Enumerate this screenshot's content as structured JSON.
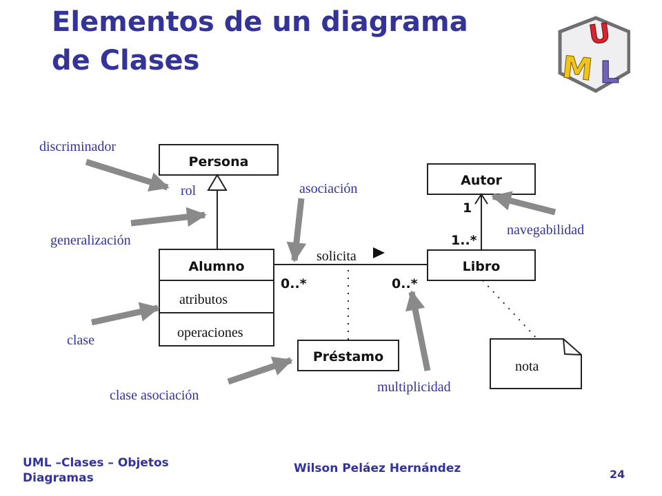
{
  "slide": {
    "title_line1": "Elementos de un diagrama",
    "title_line2": "de Clases"
  },
  "logo": {
    "letters": [
      "U",
      "M",
      "L"
    ],
    "colors": {
      "frame": "#6e6e73",
      "u": "#d9232f",
      "m": "#f2c318",
      "l": "#6f64b8"
    }
  },
  "diagram": {
    "classes": {
      "persona": "Persona",
      "autor": "Autor",
      "alumno": "Alumno",
      "alumno_attrs": "atributos",
      "alumno_ops": "operaciones",
      "libro": "Libro",
      "prestamo": "Préstamo"
    },
    "association": {
      "name": "solicita",
      "mult_left": "0..*",
      "mult_right": "0..*",
      "mult_autor": "1",
      "mult_libro": "1..*"
    },
    "note": "nota",
    "callouts": {
      "discriminador": "discriminador",
      "rol": "rol",
      "generalizacion": "generalización",
      "asociacion": "asociación",
      "navegabilidad": "navegabilidad",
      "clase": "clase",
      "clase_asociacion": "clase asociación",
      "multiplicidad": "multiplicidad"
    }
  },
  "footer": {
    "left_line1": "UML –Clases – Objetos",
    "left_line2": "Diagramas",
    "author": "Wilson Peláez Hernández",
    "page": "24"
  }
}
